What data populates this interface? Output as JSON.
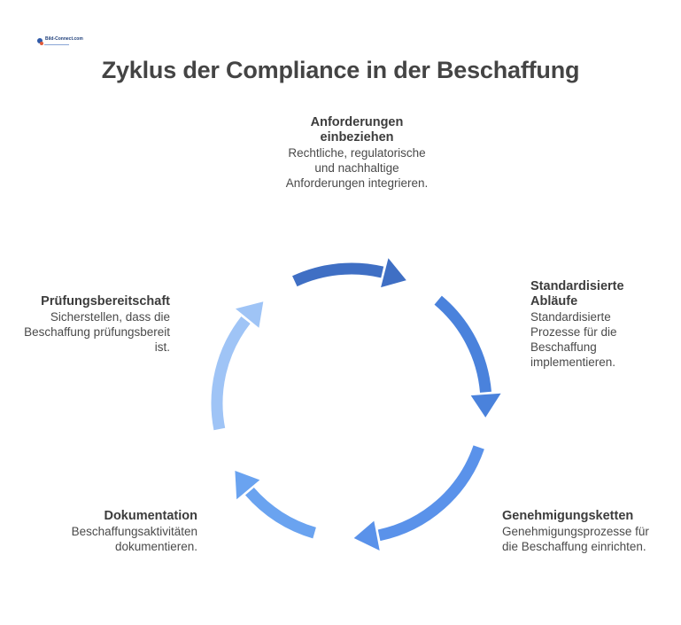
{
  "logo": {
    "text": "Bild-Connect.com"
  },
  "title": "Zyklus der Compliance in der Beschaffung",
  "steps": [
    {
      "title": "Anforderungen einbeziehen",
      "description": "Rechtliche, regulatorische und nachhaltige Anforderungen integrieren."
    },
    {
      "title": "Standardisierte Abläufe",
      "description": "Standardisierte Prozesse für die Beschaffung implementieren."
    },
    {
      "title": "Genehmigungsketten",
      "description": "Genehmigungsprozesse für die Beschaffung einrichten."
    },
    {
      "title": "Dokumentation",
      "description": "Beschaffungsaktivitäten dokumentieren."
    },
    {
      "title": "Prüfungsbereitschaft",
      "description": "Sicherstellen, dass die Beschaffung prüfungsbereit ist."
    }
  ],
  "colors": {
    "arrow_1": "#3f6fc4",
    "arrow_2": "#4a82dc",
    "arrow_3": "#5a92ea",
    "arrow_4": "#6aa3f0",
    "arrow_5": "#9fc4f6",
    "title": "#444444"
  }
}
